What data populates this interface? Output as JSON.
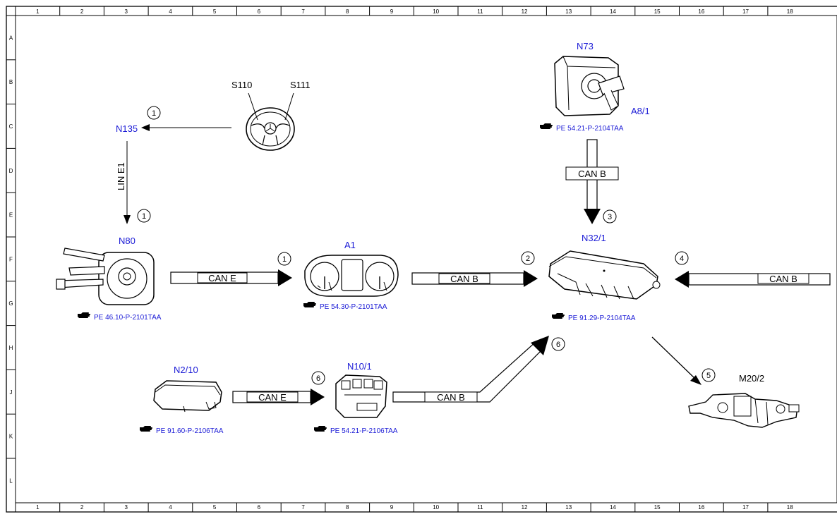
{
  "columns": [
    "1",
    "2",
    "3",
    "4",
    "5",
    "6",
    "7",
    "8",
    "9",
    "10",
    "11",
    "12",
    "13",
    "14",
    "15",
    "16",
    "17",
    "18"
  ],
  "rows": [
    "A",
    "B",
    "C",
    "D",
    "E",
    "F",
    "G",
    "H",
    "J",
    "K",
    "L"
  ],
  "components": {
    "n135": "N135",
    "s110": "S110",
    "s111": "S111",
    "n73": "N73",
    "a8_1": "A8/1",
    "n80": "N80",
    "a1": "A1",
    "n32_1": "N32/1",
    "n2_10": "N2/10",
    "n10_1": "N10/1",
    "m20_2": "M20/2"
  },
  "references": {
    "n73": "PE 54.21-P-2104TAA",
    "n80": "PE 46.10-P-2101TAA",
    "a1": "PE 54.30-P-2101TAA",
    "n32_1": "PE 91.29-P-2104TAA",
    "n2_10": "PE 91.60-P-2106TAA",
    "n10_1": "PE 54.21-P-2106TAA"
  },
  "buses": {
    "lin_e1": "LIN E1",
    "can_n80_a1": "CAN E",
    "can_a1_n32": "CAN B",
    "can_a81_n32": "CAN B",
    "can_right_n32": "CAN B",
    "can_n2_n10": "CAN E",
    "can_n10_n32": "CAN B"
  },
  "markers": {
    "m_s110_n135": "1",
    "m_lin": "1",
    "m_a1": "1",
    "m_n32_left": "2",
    "m_n32_top": "3",
    "m_n32_right": "4",
    "m_m20": "5",
    "m_n10": "6",
    "m_n32_bottom": "6"
  },
  "colors": {
    "label_blue": "#1a1ad6",
    "line": "#000000",
    "frame": "#000000"
  }
}
